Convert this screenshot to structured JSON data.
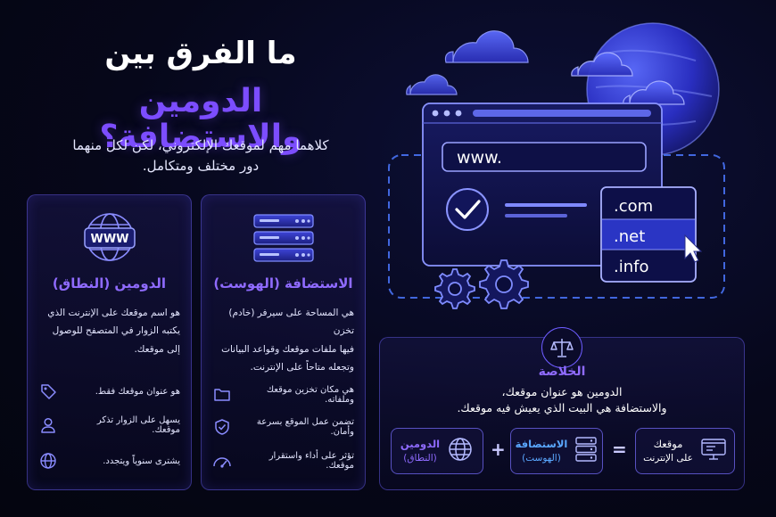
{
  "title": {
    "line1": "ما الفرق بين",
    "line2": "الدومين والاستضافة؟"
  },
  "intro": {
    "line1": "كلاهما مهم لموقعك الإلكتروني، لكن لكل منهما",
    "line2": "دور مختلف ومتكامل."
  },
  "domain_card": {
    "icon_text": "WWW",
    "title": "الدومين (النطاق)",
    "desc_lines": [
      "هو اسم موقعك على الإنترنت الذي",
      "يكتبه الزوار في المتصفح للوصول",
      "إلى موقعك."
    ],
    "features": [
      {
        "icon": "tag-icon",
        "text": "هو عنوان موقعك فقط."
      },
      {
        "icon": "user-icon",
        "text": "يسهل على الزوار تذكر موقعك."
      },
      {
        "icon": "globe-icon",
        "text": "يشترى سنوياً ويتجدد."
      }
    ]
  },
  "hosting_card": {
    "icon": "server-icon",
    "title": "الاستضافة (الهوست)",
    "desc_lines": [
      "هي المساحة على سيرفر (خادم) تخزن",
      "فيها ملفات موقعك وقواعد البيانات",
      "وتجعله متاحاً على الإنترنت."
    ],
    "features": [
      {
        "icon": "folder-icon",
        "text": "هي مكان تخزين موقعك وملفاته."
      },
      {
        "icon": "shield-icon",
        "text": "تضمن عمل الموقع بسرعة وأمان."
      },
      {
        "icon": "speedometer-icon",
        "text": "تؤثر على أداء واستقرار موقعك."
      }
    ]
  },
  "illustration": {
    "url_text": "www.",
    "tlds": [
      ".com",
      ".net",
      ".info"
    ],
    "selected_tld": ".net"
  },
  "summary": {
    "icon": "scales-icon",
    "title": "الخلاصة",
    "line1": "الدومين هو عنوان موقعك،",
    "line2": "والاستضافة هي البيت الذي يعيش فيه موقعك.",
    "equation": {
      "domain": {
        "l1": "الدومين",
        "l2": "(النطاق)"
      },
      "plus": "+",
      "hosting": {
        "l1": "الاستضافة",
        "l2": "(الهوست)"
      },
      "equals": "=",
      "result": {
        "l1": "موقعك",
        "l2": "على الإنترنت"
      }
    }
  },
  "colors": {
    "accent": "#7c4dff",
    "border": "#6d5cff",
    "background": "#06071a"
  }
}
